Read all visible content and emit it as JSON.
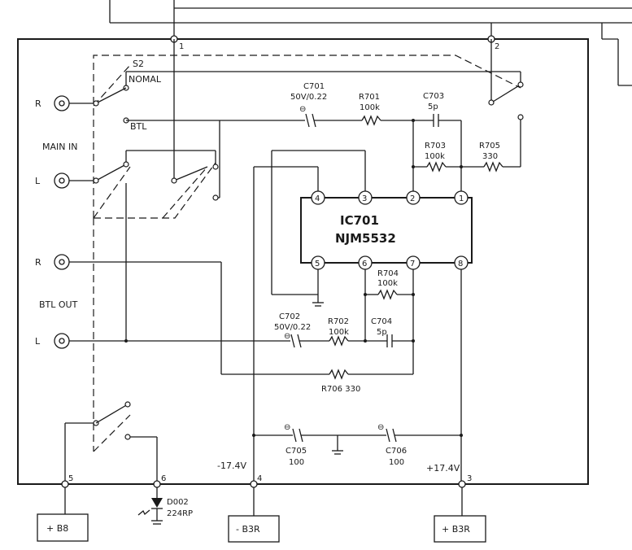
{
  "connectors": {
    "n1": "1",
    "n2": "2",
    "n3": "3",
    "n4": "4",
    "n5": "5",
    "n6": "6"
  },
  "switch": {
    "name": "S2",
    "pos1": "NOMAL",
    "pos2": "BTL"
  },
  "inputs": {
    "title": "MAIN IN",
    "r": "R",
    "l": "L"
  },
  "outputs": {
    "title": "BTL OUT",
    "r": "R",
    "l": "L"
  },
  "ic": {
    "ref": "IC701",
    "part": "NJM5532",
    "pins": {
      "p1": "1",
      "p2": "2",
      "p3": "3",
      "p4": "4",
      "p5": "5",
      "p6": "6",
      "p7": "7",
      "p8": "8"
    }
  },
  "components": {
    "c701": {
      "ref": "C701",
      "val": "50V/0.22"
    },
    "r701": {
      "ref": "R701",
      "val": "100k"
    },
    "c703": {
      "ref": "C703",
      "val": "5p"
    },
    "r703": {
      "ref": "R703",
      "val": "100k"
    },
    "r705": {
      "ref": "R705",
      "val": "330"
    },
    "r704": {
      "ref": "R704",
      "val": "100k"
    },
    "c702": {
      "ref": "C702",
      "val": "50V/0.22"
    },
    "r702": {
      "ref": "R702",
      "val": "100k"
    },
    "c704": {
      "ref": "C704",
      "val": "5p"
    },
    "r706": {
      "label": "R706  330"
    },
    "c705": {
      "ref": "C705",
      "val": "100"
    },
    "c706": {
      "ref": "C706",
      "val": "100"
    },
    "d002": {
      "ref": "D002",
      "val": "224RP"
    }
  },
  "supplies": {
    "neg": "-17.4V",
    "pos": "+17.4V"
  },
  "terminals": {
    "b8": "+ B8",
    "b3r_neg": "- B3R",
    "b3r_pos": "+ B3R"
  },
  "polarity_mark": "⊖"
}
